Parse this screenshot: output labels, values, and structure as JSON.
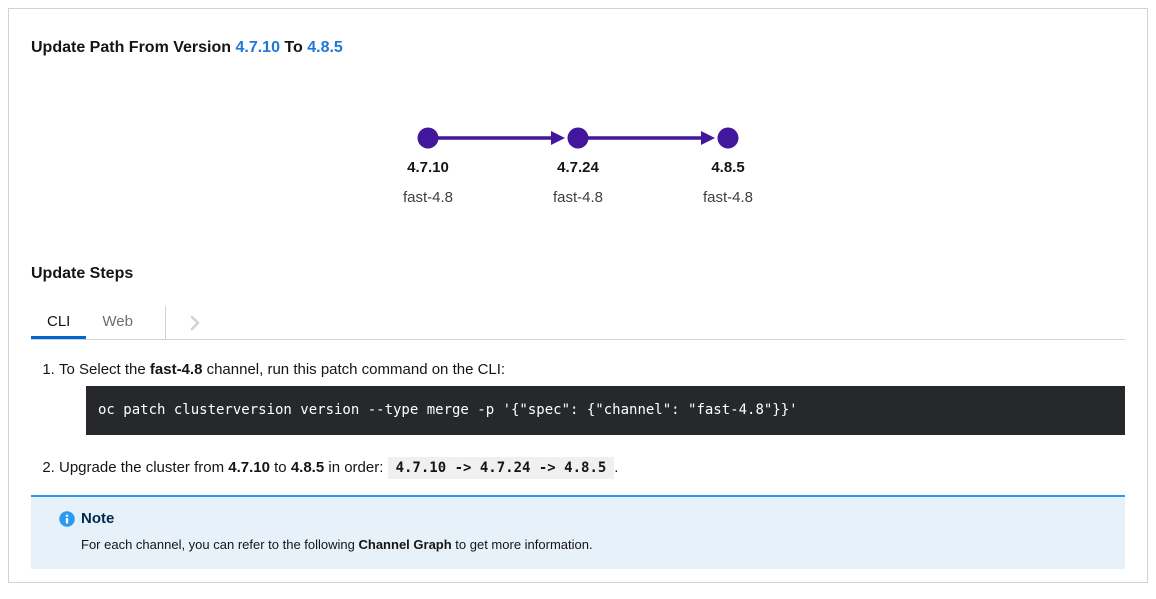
{
  "title": {
    "prefix": "Update Path From Version ",
    "from_version": "4.7.10",
    "connector": " To ",
    "to_version": "4.8.5"
  },
  "graph": {
    "nodes": [
      {
        "version": "4.7.10",
        "channel": "fast-4.8"
      },
      {
        "version": "4.7.24",
        "channel": "fast-4.8"
      },
      {
        "version": "4.8.5",
        "channel": "fast-4.8"
      }
    ]
  },
  "steps_section": {
    "heading": "Update Steps",
    "tabs": [
      {
        "label": "CLI",
        "active": true
      },
      {
        "label": "Web",
        "active": false
      }
    ],
    "scroll_icon": "chevron-right-icon",
    "steps": [
      {
        "text_before": "To Select the ",
        "channel": "fast-4.8",
        "text_after": " channel, run this patch command on the CLI:",
        "command": "oc patch clusterversion version --type merge -p '{\"spec\": {\"channel\": \"fast-4.8\"}}'"
      },
      {
        "text_1": "Upgrade the cluster from ",
        "from_version": "4.7.10",
        "text_2": " to ",
        "to_version": "4.8.5",
        "text_3": " in order: ",
        "order_code": "4.7.10 -> 4.7.24 -> 4.8.5",
        "text_4": "."
      }
    ]
  },
  "note": {
    "icon": "info-icon",
    "title": "Note",
    "body_before": "For each channel, you can refer to the following ",
    "body_bold": "Channel Graph",
    "body_after": " to get more information."
  },
  "colors": {
    "link_blue": "#1e78d7",
    "tab_active_underline": "#0066cc",
    "graph_node_purple": "#41189c",
    "note_accent": "#2b9af3",
    "note_background": "#e7f1fa",
    "code_background": "#26282b",
    "card_border": "#d2d2d2"
  }
}
